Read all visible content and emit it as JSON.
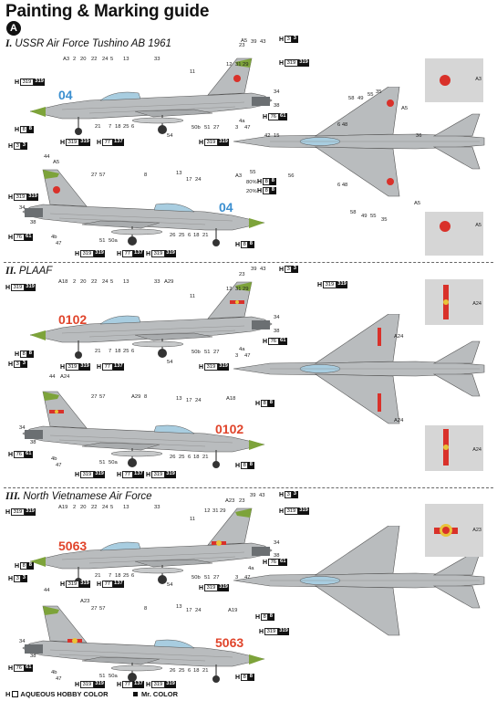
{
  "page": {
    "title": "Painting & Marking guide",
    "badge": "A"
  },
  "sections": [
    {
      "numeral": "I.",
      "label": "USSR Air Force Tushino AB 1961",
      "tail_number": "04"
    },
    {
      "numeral": "II.",
      "label": "PLAAF",
      "tail_number": "0102"
    },
    {
      "numeral": "III.",
      "label": "North Vietnamese Air Force",
      "tail_number": "5063"
    }
  ],
  "codes": {
    "c319": {
      "h": "H",
      "w": "319",
      "b": "319"
    },
    "c3": {
      "h": "H",
      "w": "3",
      "b": "3"
    },
    "c8": {
      "h": "H",
      "w": "8",
      "b": "8"
    },
    "c76": {
      "h": "H",
      "w": "76",
      "b": "61"
    },
    "c77": {
      "h": "H",
      "w": "77",
      "b": "137"
    }
  },
  "callouts": {
    "n2": "2",
    "n20": "20",
    "n22": "22",
    "n24": "24",
    "n5": "5",
    "n13": "13",
    "n33": "33",
    "n11": "11",
    "n12": "12",
    "n31": "31",
    "n29": "29",
    "n23": "23",
    "n39": "39",
    "n43": "43",
    "n34": "34",
    "n38": "38",
    "n21": "21",
    "n7": "7",
    "n18": "18",
    "n25": "25",
    "n6": "6",
    "n54": "54",
    "n50b": "50b",
    "n51": "51",
    "n27": "27",
    "n3": "3",
    "n47": "47",
    "n4a": "4a",
    "n44": "44",
    "n57": "57",
    "n8": "8",
    "n17": "17",
    "n4b": "4b",
    "n50a": "50a",
    "n26": "26",
    "n42": "42",
    "n15": "15",
    "n58": "58",
    "n49": "49",
    "n55": "55",
    "n35": "35",
    "n36": "36",
    "n648": "6 48",
    "n56": "56",
    "n80": "80%",
    "n20p": "20%",
    "A3": "A3",
    "A5": "A5",
    "A18": "A18",
    "A19": "A19",
    "A23": "A23",
    "A24": "A24",
    "A29": "A29"
  },
  "legend": {
    "aqueous_prefix": "H",
    "aqueous_label": "AQUEOUS HOBBY COLOR",
    "mr_label": "Mr. COLOR"
  },
  "colors": {
    "fuselage": "#b9bcbe",
    "fuselage_dark": "#8f9396",
    "green_band": "#7da33a",
    "canopy": "#a8cde0",
    "tail_number_blue": "#3b8fd0",
    "tail_number_red": "#e0442b",
    "insignia_red": "#d9312a",
    "insignia_yellow": "#e8c43b",
    "inset_bg": "#d6d6d6"
  }
}
